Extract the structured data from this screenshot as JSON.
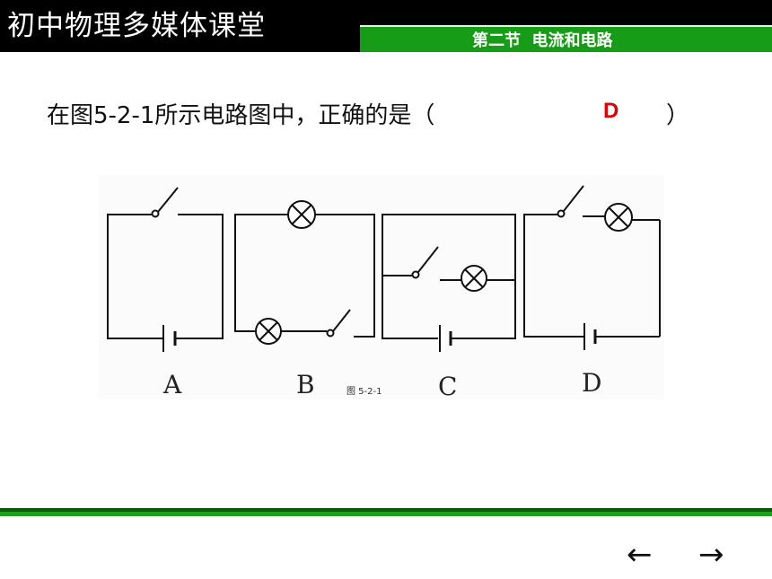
{
  "header": {
    "app_title": "初中物理多媒体课堂",
    "section_title": "第二节  电流和电路"
  },
  "question": {
    "text": "在图5-2-1所示电路图中，正确的是（",
    "close_paren": "）",
    "answer": "D"
  },
  "figure": {
    "caption": "图 5-2-1",
    "option_labels": [
      "A",
      "B",
      "C",
      "D"
    ]
  },
  "nav": {
    "prev_label": "←",
    "next_label": "→"
  },
  "colors": {
    "header_bg": "#000000",
    "section_tab_green": "#169c16",
    "answer_red": "#e00000",
    "footer_rule_green": "#1ea01e"
  }
}
